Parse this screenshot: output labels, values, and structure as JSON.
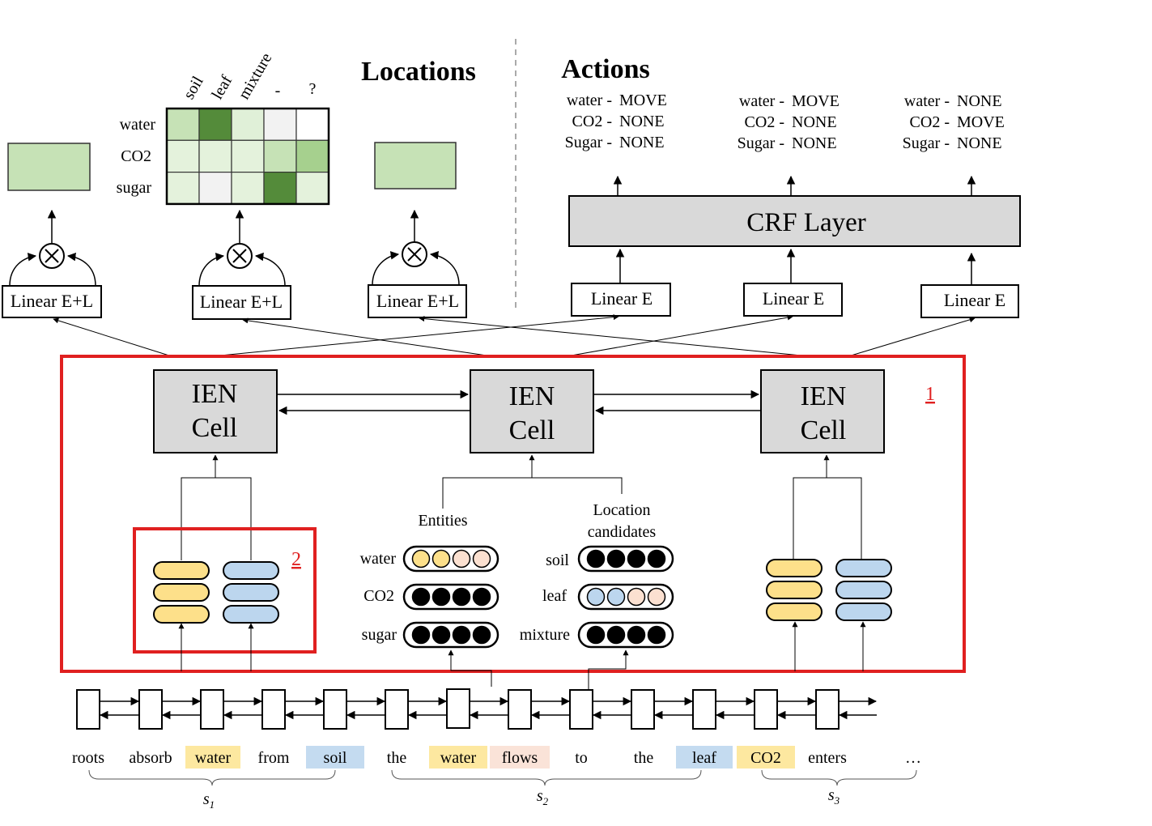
{
  "locations": {
    "title": "Locations",
    "columns": [
      "soil",
      "leaf",
      "mixture",
      "-",
      "?"
    ],
    "rows": [
      "water",
      "CO2",
      "sugar"
    ],
    "cell_colors": [
      [
        "#c6e2b6",
        "#548b3a",
        "#e0f0d8",
        "#f2f2f2",
        "#ffffff"
      ],
      [
        "#e4f2dc",
        "#e4f2dc",
        "#e4f2dc",
        "#c6e2b6",
        "#a6d08e"
      ],
      [
        "#e4f2dc",
        "#f2f2f2",
        "#e4f2dc",
        "#548b3a",
        "#e4f2dc"
      ]
    ],
    "linear_label": "Linear E+L",
    "output_color": "#c6e2b6"
  },
  "actions": {
    "title": "Actions",
    "crf_label": "CRF Layer",
    "linear_label": "Linear E",
    "steps": [
      [
        {
          "entity": "water -",
          "action": "MOVE"
        },
        {
          "entity": "CO2 -",
          "action": "NONE"
        },
        {
          "entity": "Sugar -",
          "action": "NONE"
        }
      ],
      [
        {
          "entity": "water -",
          "action": "MOVE"
        },
        {
          "entity": "CO2 -",
          "action": "NONE"
        },
        {
          "entity": "Sugar -",
          "action": "NONE"
        }
      ],
      [
        {
          "entity": "water -",
          "action": "NONE"
        },
        {
          "entity": "CO2 -",
          "action": "MOVE"
        },
        {
          "entity": "Sugar -",
          "action": "NONE"
        }
      ]
    ]
  },
  "ien": {
    "cell_line1": "IEN",
    "cell_line2": "Cell",
    "region_labels": [
      "1",
      "2"
    ]
  },
  "memory": {
    "entities_title": "Entities",
    "locations_title_line1": "Location",
    "locations_title_line2": "candidates",
    "entity_rows": [
      "water",
      "CO2",
      "sugar"
    ],
    "location_rows": [
      "soil",
      "leaf",
      "mixture"
    ]
  },
  "sentence": {
    "tokens": [
      {
        "text": "roots",
        "bg": ""
      },
      {
        "text": "absorb",
        "bg": ""
      },
      {
        "text": "water",
        "bg": "#fde8a0"
      },
      {
        "text": "from",
        "bg": ""
      },
      {
        "text": "soil",
        "bg": "#c4dbf0"
      },
      {
        "text": "the",
        "bg": ""
      },
      {
        "text": "water",
        "bg": "#fde8a0"
      },
      {
        "text": "flows",
        "bg": "#fae3d8"
      },
      {
        "text": "to",
        "bg": ""
      },
      {
        "text": "the",
        "bg": ""
      },
      {
        "text": "leaf",
        "bg": "#c4dbf0"
      },
      {
        "text": "CO2",
        "bg": "#fde8a0"
      },
      {
        "text": "enters",
        "bg": ""
      },
      {
        "text": "…",
        "bg": ""
      }
    ],
    "spans": [
      {
        "label": "s",
        "sub": "1"
      },
      {
        "label": "s",
        "sub": "2"
      },
      {
        "label": "s",
        "sub": "3"
      }
    ]
  },
  "colors": {
    "yellow": "#fde08a",
    "blue": "#bcd6ee",
    "peach": "#fbe0d0",
    "gray_box": "#d9d9d9",
    "red": "#e02020"
  }
}
